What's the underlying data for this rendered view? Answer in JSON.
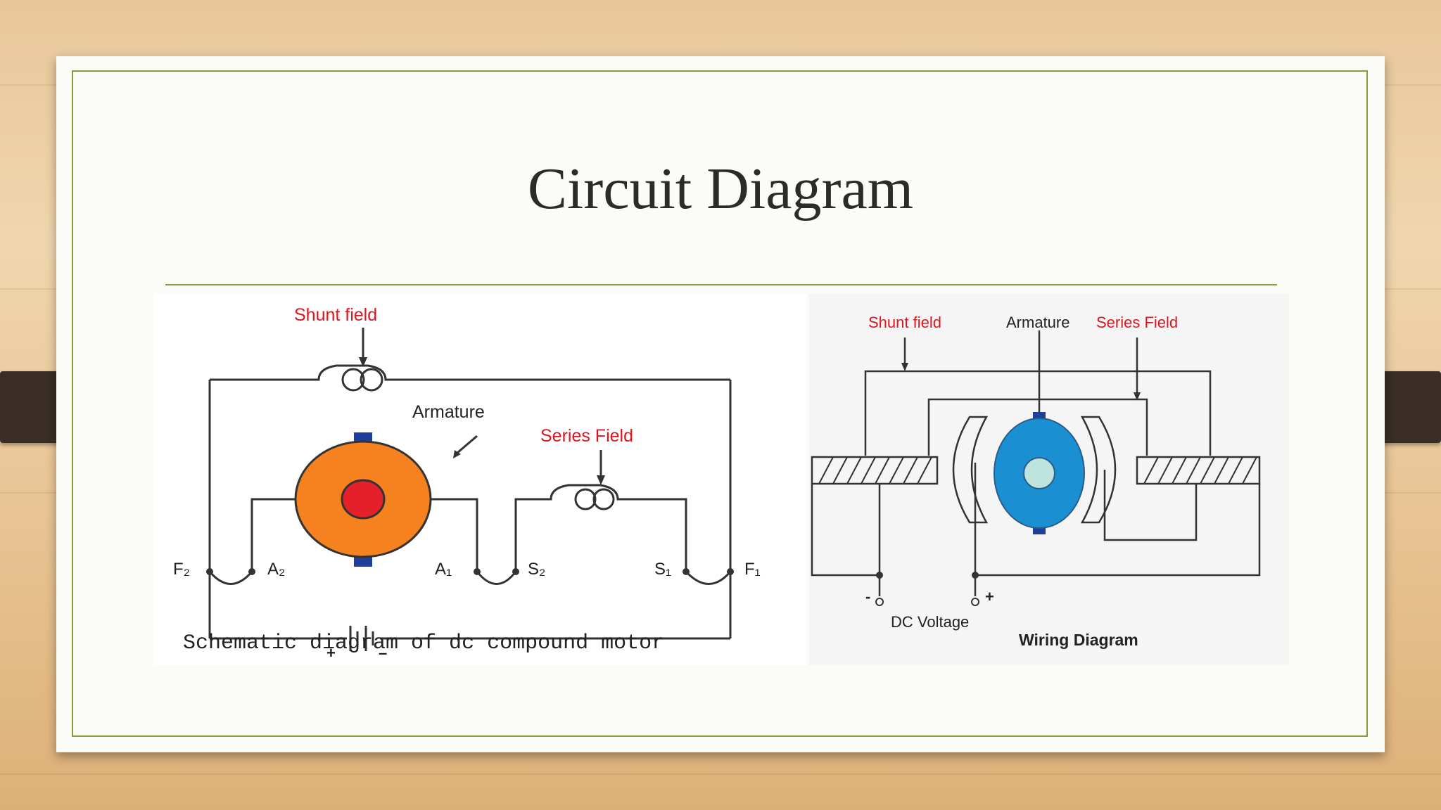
{
  "slide": {
    "title": "Circuit Diagram"
  },
  "schematic": {
    "label_shunt": "Shunt field",
    "label_armature": "Armature",
    "label_series": "Series Field",
    "terminal_f2": "F₂",
    "terminal_a2": "A₂",
    "terminal_a1": "A₁",
    "terminal_s2": "S₂",
    "terminal_s1": "S₁",
    "terminal_f1": "F₁",
    "battery_plus": "+",
    "battery_minus": "–",
    "caption": "Schematic diagram of dc compound motor"
  },
  "wiring": {
    "label_shunt": "Shunt field",
    "label_armature": "Armature",
    "label_series": "Series Field",
    "minus": "-",
    "plus": "+",
    "voltage_label": "DC Voltage",
    "caption": "Wiring Diagram"
  },
  "colors": {
    "label_red": "#e0141e",
    "armature_orange": "#f5821f",
    "core_red": "#e4202a",
    "brush_blue": "#1f3f9a",
    "rotor_blue": "#1a8fd1",
    "rotor_core": "#bfe3de",
    "frame_green": "#8a9a3a"
  }
}
